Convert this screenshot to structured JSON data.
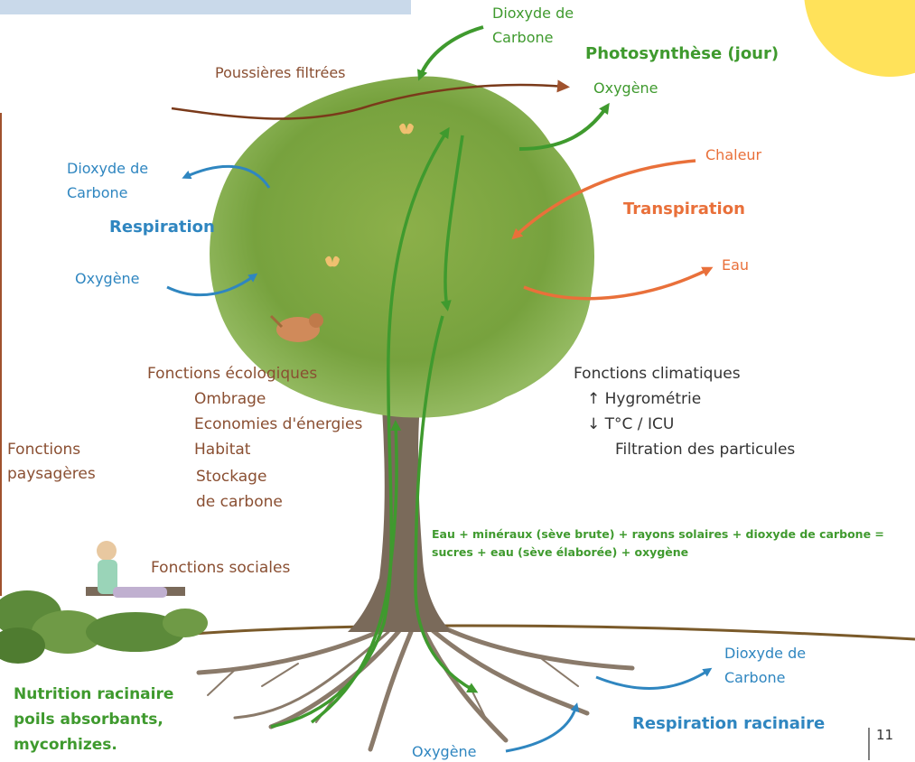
{
  "colors": {
    "brown": "#8a4f32",
    "blue": "#2f86c0",
    "green": "#3f9a2e",
    "orange": "#e9703a",
    "foliage": "#7ea644",
    "trunk": "#7a6a5a",
    "sun": "#ffe25a",
    "header_box": "#c9d9ea"
  },
  "labels": {
    "co2_top": [
      "Dioxyde de",
      "Carbone"
    ],
    "photosynthese": "Photosynthèse (jour)",
    "oxygene_top": "Oxygène",
    "poussieres": "Poussières filtrées",
    "co2_left": [
      "Dioxyde de",
      "Carbone"
    ],
    "respiration": "Respiration",
    "oxygene_left": "Oxygène",
    "chaleur": "Chaleur",
    "transpiration": "Transpiration",
    "eau": "Eau",
    "fonctions_ecologiques": {
      "title": "Fonctions écologiques",
      "items": [
        "Ombrage",
        "Economies d'énergies",
        "Habitat",
        "Stockage",
        "de carbone"
      ]
    },
    "fonctions_climatiques": {
      "title": "Fonctions climatiques",
      "items": [
        "↑ Hygrométrie",
        "↓ T°C / ICU",
        "Filtration des particules"
      ]
    },
    "fonctions_paysageres": [
      "Fonctions",
      "paysagères"
    ],
    "fonctions_sociales": "Fonctions sociales",
    "equation": [
      "Eau + minéraux (sève brute) + rayons solaires + dioxyde de carbone =",
      "sucres + eau (sève élaborée) + oxygène"
    ],
    "nutrition": [
      "Nutrition racinaire",
      "poils absorbants,",
      "mycorhizes."
    ],
    "co2_roots": [
      "Dioxyde de",
      "Carbone"
    ],
    "respiration_racinaire": "Respiration racinaire",
    "oxygene_bottom": "Oxygène",
    "page_number": "11"
  }
}
